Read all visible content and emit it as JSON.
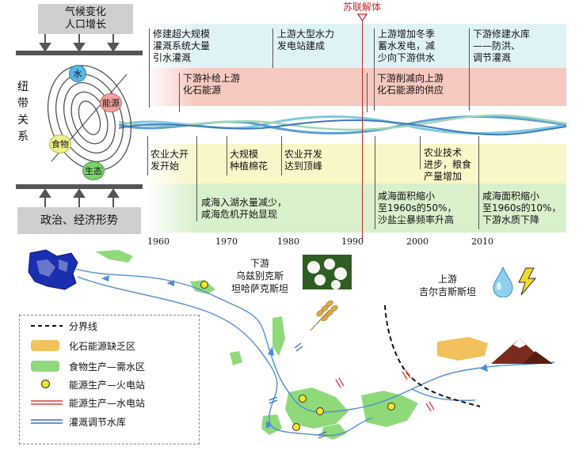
{
  "top": {
    "climate_box": "气候变化\n人口增长",
    "politics_box": "政治、经济形势",
    "nexus_label": "纽\n带\n关\n系",
    "ussr_label": "苏联解体",
    "nexus_circles": {
      "water": "水",
      "energy": "能源",
      "food": "食物",
      "ecology": "生态"
    }
  },
  "events": {
    "irrigation": "修建超大规模\n灌溉系统大量\n引水灌溉",
    "hydropower": "上游大型水力\n发电站建成",
    "winter_power": "上游增加冬季\n蓄水发电，减\n少向下游供水",
    "reservoir": "下游修建水库\n——防洪、\n调节灌溉",
    "fossil_supply": "下游补给上游\n化石能源",
    "cut_supply": "下游削减向上游\n化石能源的供应",
    "agri_dev": "农业大开\n发开始",
    "cotton": "大规模\n种植棉花",
    "agri_peak": "农业开发\n达到顶峰",
    "agri_tech": "农业技术\n进步，粮食\n产量增加",
    "aral_crisis": "咸海入湖水量减少，\n咸海危机开始显现",
    "aral_50": "咸海面积缩小\n至1960s的50%，\n沙盐尘暴频率升高",
    "aral_10": "咸海面积缩小\n至1960s的10%，\n下游水质下降"
  },
  "years": [
    "1960",
    "1970",
    "1980",
    "1990",
    "2000",
    "2010"
  ],
  "map": {
    "downstream": "下游\n乌兹别克斯\n坦哈萨克斯坦",
    "upstream": "上游\n吉尔吉斯斯坦"
  },
  "legend": {
    "boundary": "分界线",
    "fossil_lack": "化石能源缺乏区",
    "food_zone": "食物生产—需水区",
    "thermal": "能源生产—火电站",
    "hydro": "能源生产—水电站",
    "irrigation_res": "灌溉调节水库"
  },
  "colors": {
    "water_band": "#dff3f7",
    "energy_band": "#f6c9c0",
    "food_band": "#f9f6c8",
    "eco_band": "#d8f0cc",
    "ussr_line": "#c0282d",
    "food_area": "#8fd97a",
    "fossil_area": "#f2c15c",
    "river": "#4f8fd0"
  }
}
